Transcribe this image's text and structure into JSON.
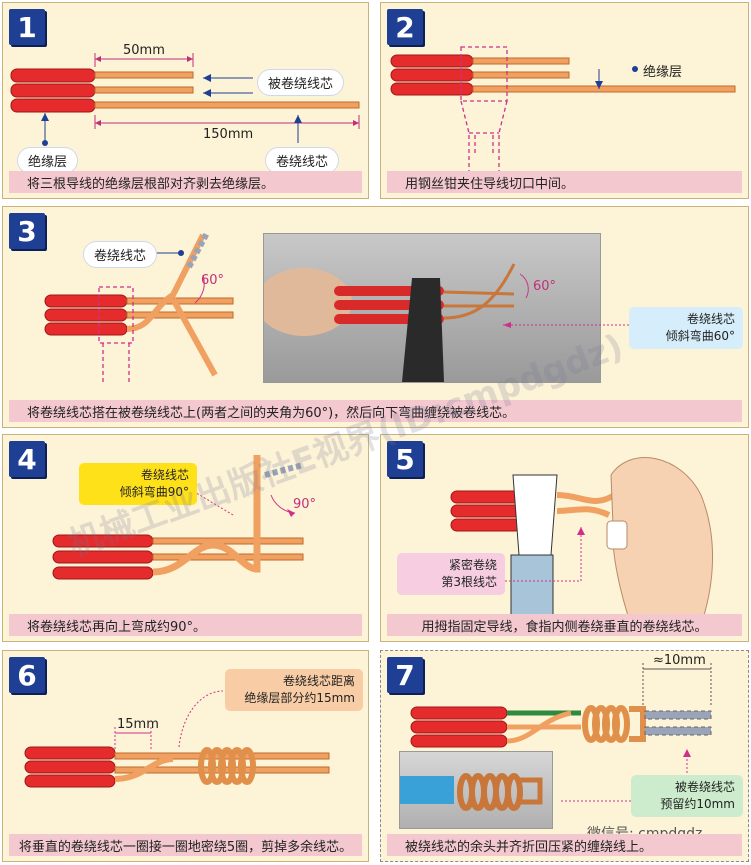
{
  "steps": [
    {
      "num": "1",
      "caption": "将三根导线的绝缘层根部对齐剥去绝缘层。",
      "dim_a": "50mm",
      "dim_b": "150mm",
      "label_wrapped": "被卷绕线芯",
      "label_insulation": "绝缘层",
      "label_winding": "卷绕线芯"
    },
    {
      "num": "2",
      "caption": "用钢丝钳夹住导线切口中间。",
      "label_insulation": "绝缘层"
    },
    {
      "num": "3",
      "caption": "将卷绕线芯搭在被卷绕线芯上(两者之间的夹角为60°)，然后向下弯曲缠绕被卷线芯。",
      "label_winding": "卷绕线芯",
      "angle": "60°",
      "photo_angle": "60°",
      "note_line1": "卷绕线芯",
      "note_line2": "倾斜弯曲60°"
    },
    {
      "num": "4",
      "caption": "将卷绕线芯再向上弯成约90°。",
      "note_line1": "卷绕线芯",
      "note_line2": "倾斜弯曲90°",
      "angle": "90°"
    },
    {
      "num": "5",
      "caption": "用拇指固定导线，食指内侧卷绕垂直的卷绕线芯。",
      "note_line1": "紧密卷绕",
      "note_line2": "第3根线芯"
    },
    {
      "num": "6",
      "caption": "将垂直的卷绕线芯一圈接一圈地密绕5圈，剪掉多余线芯。",
      "note_line1": "卷绕线芯距离",
      "note_line2": "绝缘层部分约15mm",
      "dim": "15mm"
    },
    {
      "num": "7",
      "caption": "被绕线芯的余头并齐折回压紧的缠绕线上。",
      "dim": "≈10mm",
      "note_line1": "被卷绕线芯",
      "note_line2": "预留约10mm"
    }
  ],
  "watermark": {
    "main": "机械工业出版社E视界(ID:cmpdgdz)",
    "footer": "微信号: cmpdgdz"
  },
  "colors": {
    "badge": "#1f3f95",
    "caption_bg": "#f3c8cf",
    "panel_bg": "#fdf3d6",
    "wire_red": "#e52b2b",
    "copper": "#f0a060",
    "guide": "#d0308a"
  }
}
